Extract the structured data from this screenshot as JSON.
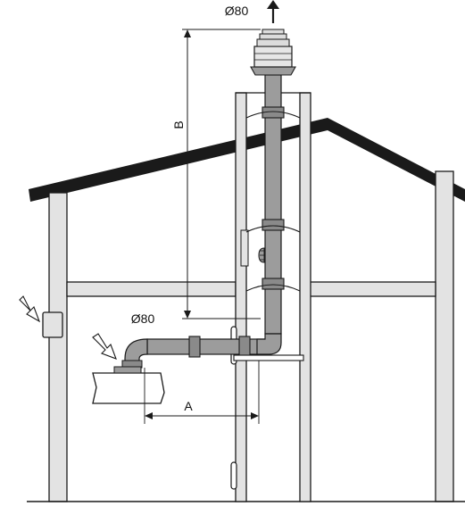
{
  "labels": {
    "top_diameter": "Ø80",
    "mid_diameter": "Ø80",
    "dim_a": "A",
    "dim_b": "B"
  },
  "colors": {
    "line": "#1a1a1a",
    "wall_fill": "#e3e3e3",
    "pipe_fill": "#9c9c9c",
    "pipe_dark": "#7d7d7d",
    "cap_fill": "#dcdcdc",
    "roof": "#1a1a1a"
  }
}
